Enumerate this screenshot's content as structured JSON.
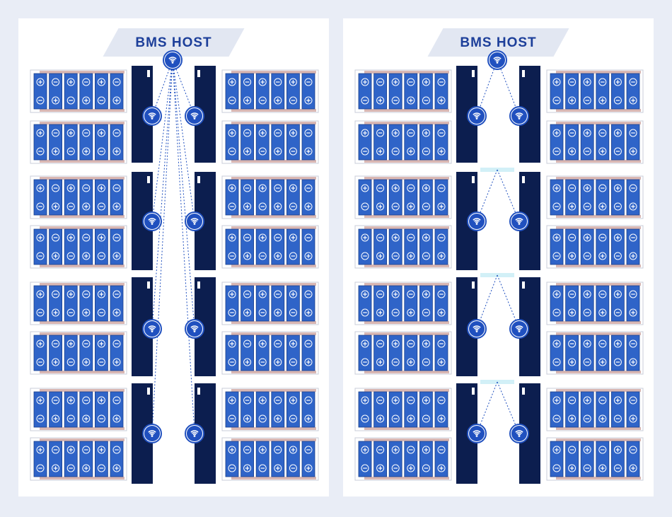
{
  "diagram": {
    "panels": [
      {
        "id": "left",
        "title": "BMS HOST",
        "topology": "star"
      },
      {
        "id": "right",
        "title": "BMS HOST",
        "topology": "daisy-chain"
      }
    ],
    "cell_terminals": {
      "positive": "+",
      "negative": "−"
    },
    "icons": {
      "node": "wifi-icon"
    },
    "colors": {
      "background": "#e9edf6",
      "panel": "#ffffff",
      "title_band": "#e2e7f2",
      "title_text": "#1d3f9a",
      "cell": "#2f64c8",
      "cell_edge": "#1a3f8c",
      "rack": "#0c1e4f",
      "busbar": "#d9b7b3",
      "frame_line": "#c8ccd8",
      "wifi_badge": "#2050bf",
      "link_line": "#2050bf",
      "connector": "#d2f0f7"
    }
  }
}
